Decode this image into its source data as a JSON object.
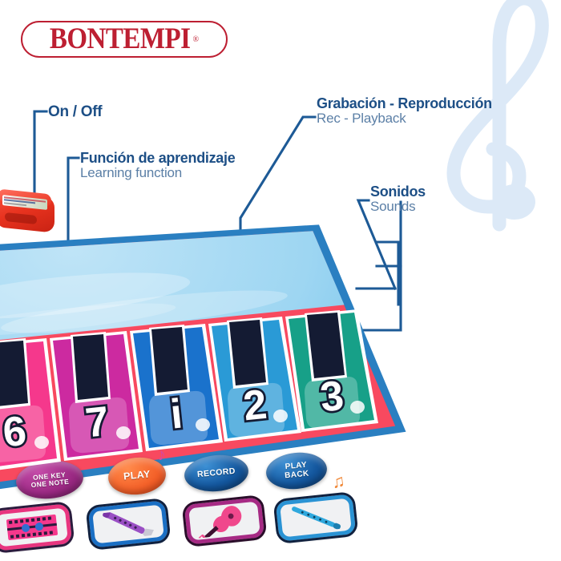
{
  "brand": {
    "name": "BONTEMPI",
    "registered_mark": "®"
  },
  "callouts": [
    {
      "id": "on-off",
      "es": "On / Off",
      "en": ""
    },
    {
      "id": "learning-function",
      "es": "Función de aprendizaje",
      "en": "Learning function"
    },
    {
      "id": "rec-playback",
      "es": "Grabación - Reproducción",
      "en": "Rec - Playback"
    },
    {
      "id": "sounds",
      "es": "Sonidos",
      "en": "Sounds"
    }
  ],
  "mat": {
    "panel_buttons": [
      {
        "id": "one-key-one-note",
        "line1": "ONE KEY",
        "line2": "ONE NOTE",
        "color": "#9c2a84"
      },
      {
        "id": "play",
        "line1": "PLAY",
        "line2": "",
        "color": "#f4622a"
      },
      {
        "id": "record",
        "line1": "RECORD",
        "line2": "",
        "color": "#14579e"
      },
      {
        "id": "play-back",
        "line1": "PLAY",
        "line2": "BACK",
        "color": "#14579e"
      }
    ],
    "instrument_pads": [
      {
        "id": "accordion",
        "icon": "accordion-icon",
        "color": "#e8357f"
      },
      {
        "id": "clarinet",
        "icon": "clarinet-icon",
        "color": "#1a6fc4"
      },
      {
        "id": "guitar",
        "icon": "guitar-icon",
        "color": "#a62a84"
      },
      {
        "id": "flute",
        "icon": "flute-icon",
        "color": "#2a93d4"
      }
    ],
    "white_keys": [
      {
        "label": "6",
        "color": "#f5388c"
      },
      {
        "label": "7",
        "color": "#cc2aa0"
      },
      {
        "label": "i",
        "color": "#1a72cc"
      },
      {
        "label": "2",
        "color": "#2a9ad6"
      },
      {
        "label": "3",
        "color": "#17a088"
      }
    ],
    "black_key_count": 5,
    "mat_base_color": "#f8495f",
    "mat_border_color": "#2a7fc1",
    "panel_color": "#9ed6f2"
  },
  "colors": {
    "brand_red": "#bd1f32",
    "label_primary": "#1d4f86",
    "label_secondary": "#5b7fa6",
    "leader_line": "#1d5a96",
    "watermark": "#dbe8f6"
  },
  "decorations": {
    "treble_clef": "treble-clef-watermark",
    "note_pink": "music-note-icon",
    "note_orange": "music-note-icon",
    "battery_box": "battery-control-box"
  }
}
